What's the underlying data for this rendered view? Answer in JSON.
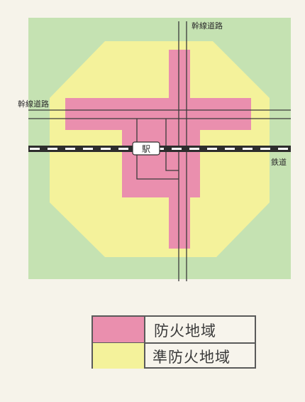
{
  "labels": {
    "arterial_road_top": "幹線道路",
    "arterial_road_left": "幹線道路",
    "station": "駅",
    "railway": "鉄道"
  },
  "legend": [
    {
      "label": "防火地域",
      "color": "#ea8fae"
    },
    {
      "label": "準防火地域",
      "color": "#f4f29b"
    }
  ],
  "colors": {
    "outer_area": "#c5e2b2",
    "fire_zone": "#ea8fae",
    "quasi_fire_zone": "#f4f29b",
    "road_line": "#3b3b3b",
    "rail_dark": "#2d2d2d",
    "rail_light": "#ffffff"
  }
}
